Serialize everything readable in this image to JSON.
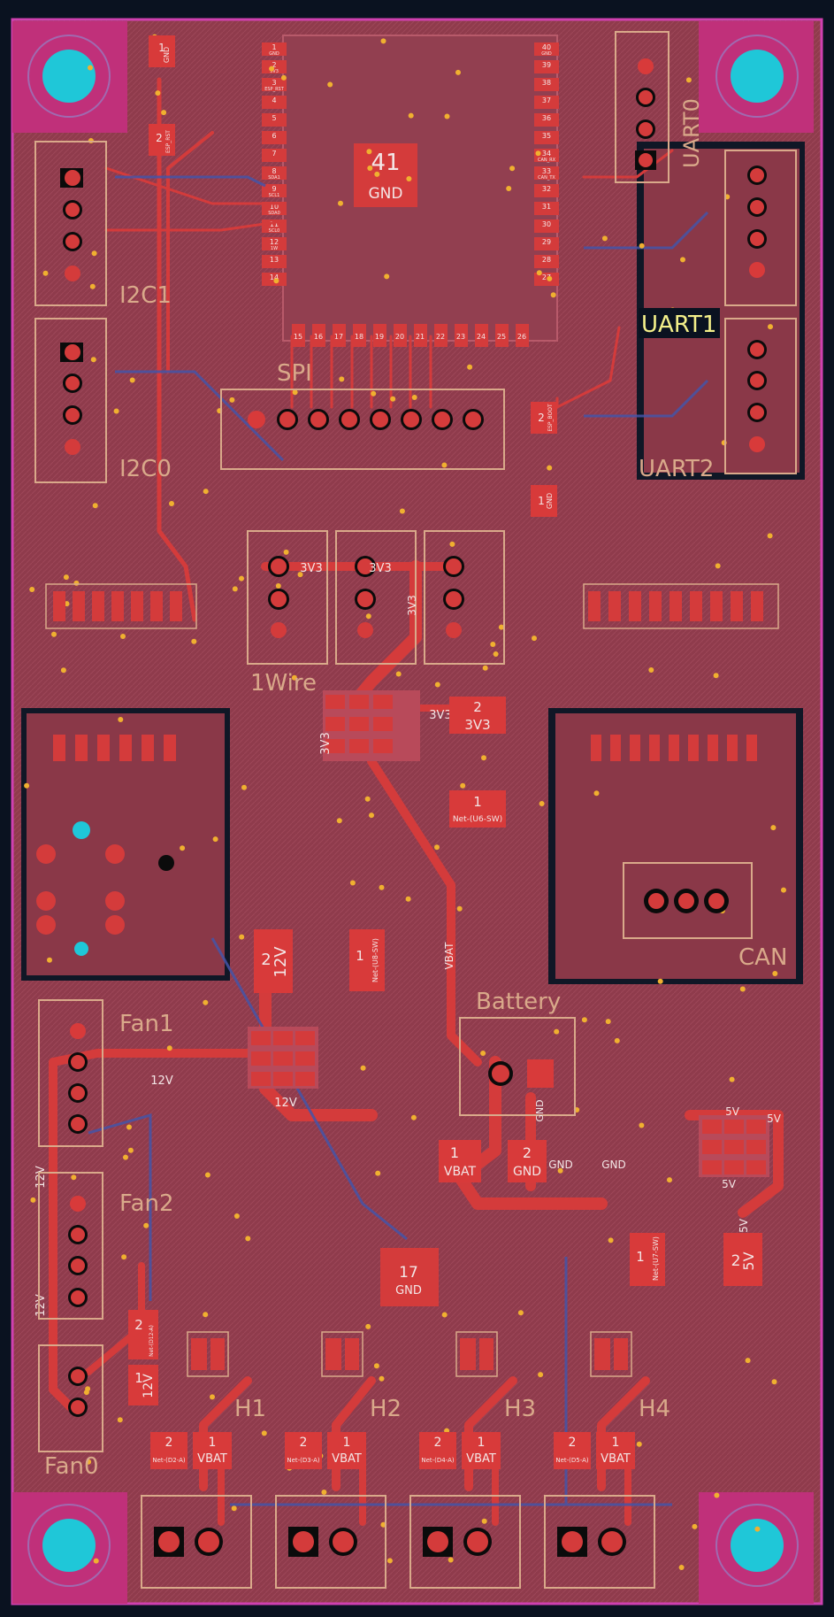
{
  "colors": {
    "background": "#0a1220",
    "board": "#8a3848",
    "pour": "#9a4458",
    "trace": "#d43b3b",
    "pad": "#d83a3a",
    "via": "#f0b030",
    "drill": "#1fc7d8",
    "mount_ring": "#c0307a",
    "outline": "#d040b0",
    "silk": "#d9a98a",
    "highlight": "#f4f08a"
  },
  "connectors": {
    "i2c1": "I2C1",
    "i2c0": "I2C0",
    "spi": "SPI",
    "onewire": "1Wire",
    "uart0": "UART0",
    "uart1": "UART1",
    "uart2": "UART2",
    "can": "CAN",
    "battery": "Battery",
    "fan0": "Fan0",
    "fan1": "Fan1",
    "fan2": "Fan2",
    "h1": "H1",
    "h2": "H2",
    "h3": "H3",
    "h4": "H4"
  },
  "module": {
    "center_pad_num": "41",
    "center_pad_net": "GND",
    "left_pins": [
      {
        "num": "1",
        "net": "GND"
      },
      {
        "num": "2",
        "net": "3V3"
      },
      {
        "num": "3",
        "net": "ESP_RST"
      },
      {
        "num": "4",
        "net": ""
      },
      {
        "num": "5",
        "net": ""
      },
      {
        "num": "6",
        "net": ""
      },
      {
        "num": "7",
        "net": ""
      },
      {
        "num": "8",
        "net": "SDA1"
      },
      {
        "num": "9",
        "net": "SCL1"
      },
      {
        "num": "10",
        "net": "SDA0"
      },
      {
        "num": "11",
        "net": "SCL0"
      },
      {
        "num": "12",
        "net": "1W"
      },
      {
        "num": "13",
        "net": ""
      },
      {
        "num": "14",
        "net": ""
      }
    ],
    "right_pins": [
      {
        "num": "40",
        "net": "GND"
      },
      {
        "num": "39",
        "net": ""
      },
      {
        "num": "38",
        "net": ""
      },
      {
        "num": "37",
        "net": ""
      },
      {
        "num": "36",
        "net": ""
      },
      {
        "num": "35",
        "net": ""
      },
      {
        "num": "34",
        "net": "CAN_RX"
      },
      {
        "num": "33",
        "net": "CAN_TX"
      },
      {
        "num": "32",
        "net": ""
      },
      {
        "num": "31",
        "net": ""
      },
      {
        "num": "30",
        "net": ""
      },
      {
        "num": "29",
        "net": ""
      },
      {
        "num": "28",
        "net": ""
      },
      {
        "num": "27",
        "net": ""
      }
    ],
    "bottom_pins": [
      "15",
      "16",
      "17",
      "18",
      "19",
      "20",
      "21",
      "22",
      "23",
      "24",
      "25",
      "26"
    ]
  },
  "pads": {
    "gnd_pad_top": {
      "num": "1",
      "net": "GND"
    },
    "esp_rst_pad": {
      "num": "2",
      "net": "ESP_RST"
    },
    "esp_boot_pad": {
      "num": "2",
      "net": "ESP_BOOT"
    },
    "gnd_pad_mid": {
      "num": "1",
      "net": "GND"
    },
    "tp_3v3": {
      "num": "2",
      "net": "3V3"
    },
    "tp_u6_sw": {
      "num": "1",
      "net": "Net-(U6-SW)"
    },
    "tp_12v": {
      "num": "2",
      "net": "12V"
    },
    "tp_u8_sw": {
      "num": "1",
      "net": "Net-(U8-SW)"
    },
    "tp_vbat": {
      "num": "1",
      "net": "VBAT"
    },
    "tp_gnd": {
      "num": "2",
      "net": "GND"
    },
    "tp_u7_sw": {
      "num": "1",
      "net": "Net-(U7-SW)"
    },
    "tp_5v": {
      "num": "2",
      "net": "5V"
    },
    "fan0_pad_d12": {
      "num": "2",
      "net": "Net-(D12-A)"
    },
    "fan0_pad_12v": {
      "num": "1",
      "net": "12V"
    },
    "u17": {
      "num": "17",
      "net": "GND"
    },
    "h1_pads": [
      {
        "num": "2",
        "net": "Net-(D2-A)"
      },
      {
        "num": "1",
        "net": "VBAT"
      }
    ],
    "h2_pads": [
      {
        "num": "2",
        "net": "Net-(D3-A)"
      },
      {
        "num": "1",
        "net": "VBAT"
      }
    ],
    "h3_pads": [
      {
        "num": "2",
        "net": "Net-(D4-A)"
      },
      {
        "num": "1",
        "net": "VBAT"
      }
    ],
    "h4_pads": [
      {
        "num": "2",
        "net": "Net-(D5-A)"
      },
      {
        "num": "1",
        "net": "VBAT"
      }
    ]
  },
  "net_labels": {
    "n3v3": "3V3",
    "n12v": "12V",
    "n5v": "5V",
    "nvbat": "VBAT",
    "ngnd": "GND"
  }
}
